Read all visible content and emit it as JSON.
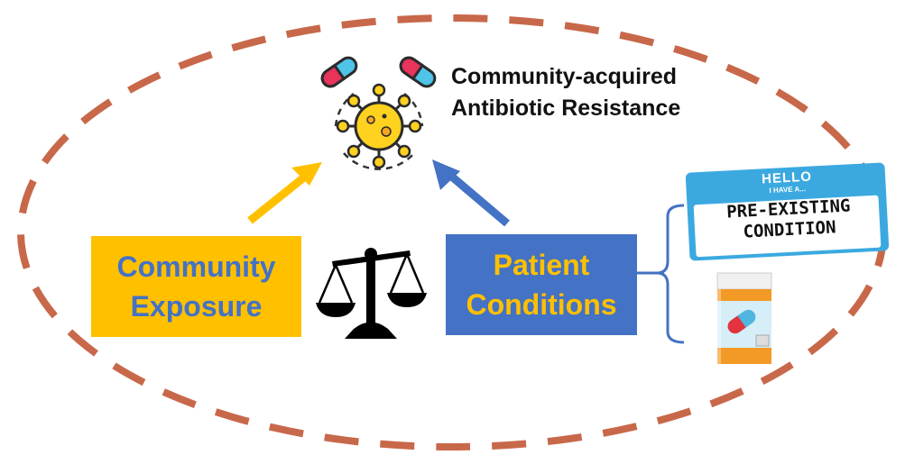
{
  "colors": {
    "ellipse_dash": "#C8684A",
    "community_box_fill": "#FFC000",
    "community_box_text": "#4472C4",
    "patient_box_fill": "#4472C4",
    "patient_box_text": "#FFC000",
    "arrow_community": "#FFC000",
    "arrow_patient": "#4472C4",
    "bracket": "#4472C4"
  },
  "title": {
    "line1": "Community-acquired",
    "line2": "Antibiotic Resistance"
  },
  "community_box": {
    "line1": "Community",
    "line2": "Exposure"
  },
  "patient_box": {
    "line1": "Patient",
    "line2": "Conditions"
  },
  "name_tag": {
    "hello": "HELLO",
    "subtitle": "I HAVE A...",
    "line1": "PRE-EXISTING",
    "line2": "CONDITION"
  },
  "icons": {
    "bacteria": "bacteria-icon",
    "capsule_left": "capsule-icon",
    "capsule_right": "capsule-icon",
    "scale": "balance-scale-icon",
    "pill_bottle": "pill-bottle-icon"
  }
}
